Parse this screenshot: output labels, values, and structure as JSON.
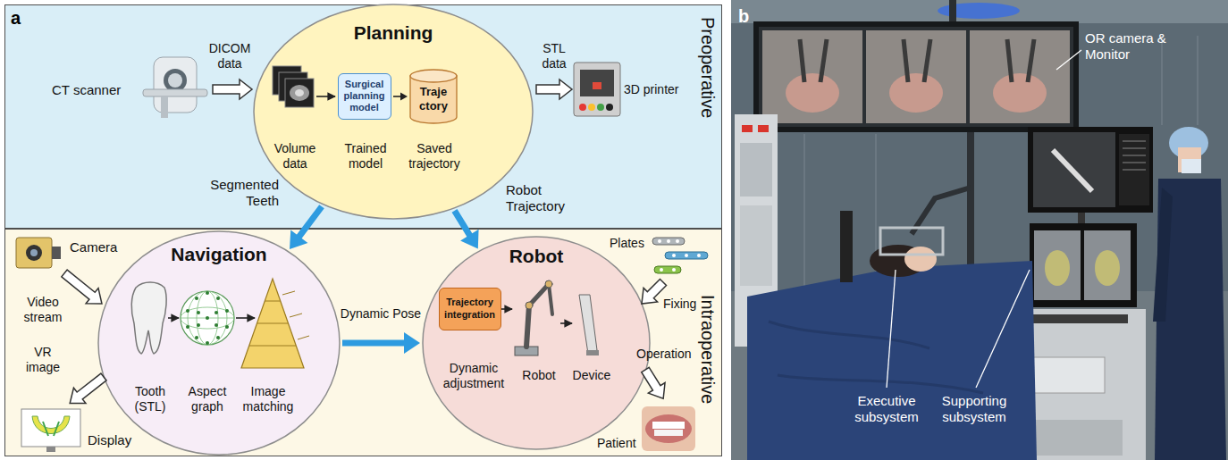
{
  "diagram": {
    "nodes": [
      {
        "text": [
          "Preoperative"
        ]
      },
      {
        "text": [
          "Planning"
        ],
        "in": 0
      },
      {
        "text": [
          "Surgical planning model"
        ],
        "in": 1
      },
      {
        "text": [
          "Traje ctory"
        ],
        "in": 1
      },
      {
        "text": [
          "Intraoperative"
        ]
      },
      {
        "text": [
          "Navigation"
        ],
        "in": 4
      },
      {
        "text": [
          "Robot"
        ],
        "in": 4
      },
      {
        "text": [
          "Trajectory integration"
        ],
        "in": 6
      }
    ],
    "edges": [
      {
        "from": 2,
        "to": 3,
        "arrow": "to"
      },
      {
        "from": 1,
        "to": 5,
        "label": "Segmented Teeth",
        "arrow": "to"
      },
      {
        "from": 1,
        "to": 6,
        "label": "Robot Trajectory",
        "arrow": "to"
      },
      {
        "from": 5,
        "to": 6,
        "label": "Dynamic Pose",
        "arrow": "to"
      }
    ],
    "labels": [
      "a",
      "CT scanner",
      "DICOM data",
      "Volume data",
      "Trained model",
      "Saved trajectory",
      "STL data",
      "3D printer",
      "Camera",
      "Video stream",
      "VR image",
      "Display",
      "Tooth (STL)",
      "Aspect graph",
      "Image matching",
      "Dynamic adjustment",
      "Robot",
      "Device",
      "Plates",
      "Fixing",
      "Operation",
      "Patient",
      "b",
      "OR camera & Monitor",
      "Executive subsystem",
      "Supporting subsystem"
    ]
  }
}
